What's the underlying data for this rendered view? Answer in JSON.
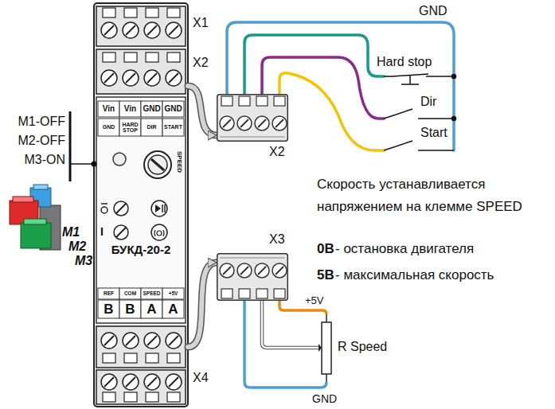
{
  "diagram": {
    "nodes": [
      {
        "text": [
          "БУКД-20-2"
        ]
      },
      {
        "text": [
          "X2"
        ]
      },
      {
        "text": [
          "X3"
        ]
      },
      {
        "text": [
          "R Speed"
        ]
      }
    ],
    "edges": [
      {
        "from": 0,
        "to": 1,
        "arrow": "to"
      },
      {
        "from": 0,
        "to": 2,
        "arrow": "to"
      },
      {
        "from": 2,
        "to": 3,
        "arrow": "none"
      },
      {
        "from": 2,
        "to": 3,
        "arrow": "none"
      },
      {
        "from": 2,
        "to": 3,
        "arrow": "none"
      }
    ],
    "labels": [
      "X1",
      "X2",
      "X4",
      "M1-OFF",
      "M2-OFF",
      "M3-ON",
      "M1",
      "M2",
      "M3",
      "Vin",
      "Vin",
      "GND",
      "GND",
      "GND",
      "HARD STOP",
      "DIR",
      "START",
      "SPEED",
      "I",
      "REF",
      "COM",
      "SPEED",
      "+5V",
      "B",
      "B",
      "A",
      "A",
      "GND",
      "Hard stop",
      "Dir",
      "Start",
      "Скорость устанавливается напряжением на клемме SPEED",
      "0В",
      "- остановка двигателя",
      "5В",
      "- максимальная скорость",
      "+5V",
      "GND"
    ]
  }
}
